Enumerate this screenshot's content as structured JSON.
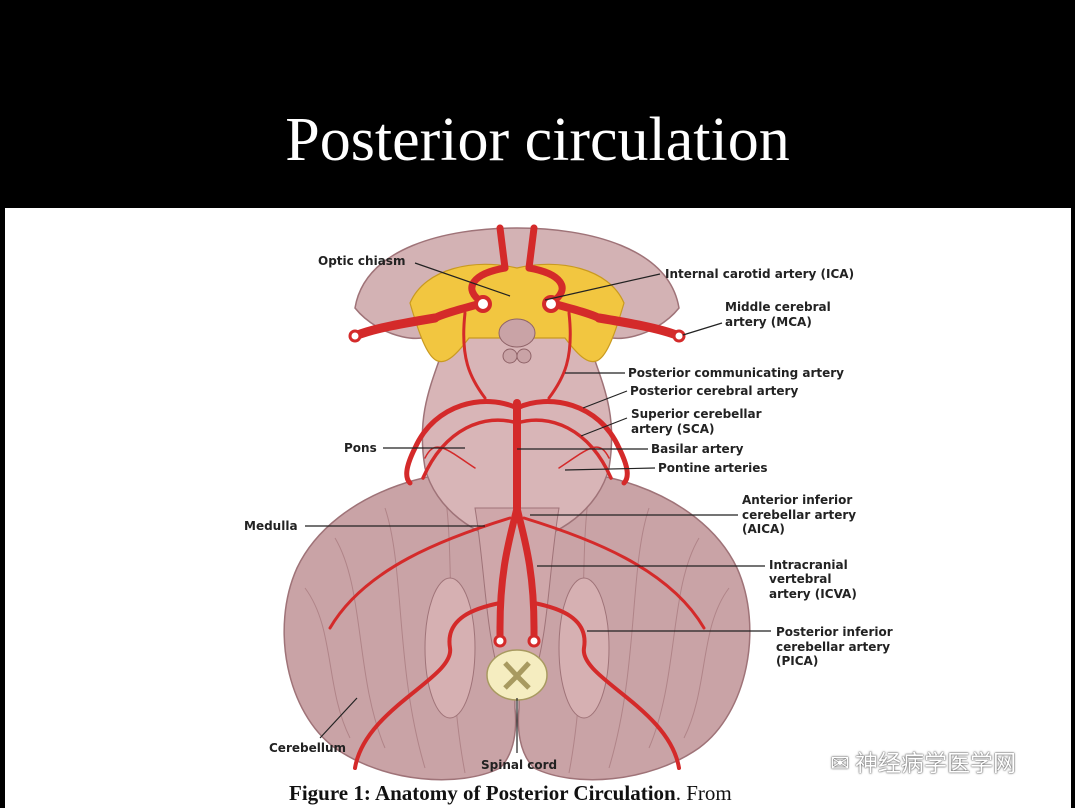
{
  "slide": {
    "title": "Posterior circulation"
  },
  "labels": {
    "optic_chiasm": "Optic chiasm",
    "ica": "Internal carotid artery (ICA)",
    "mca_1": "Middle cerebral",
    "mca_2": "artery (MCA)",
    "pcom": "Posterior communicating artery",
    "pca": "Posterior cerebral artery",
    "sca_1": "Superior cerebellar",
    "sca_2": "artery (SCA)",
    "pons": "Pons",
    "basilar": "Basilar artery",
    "pontine": "Pontine arteries",
    "medulla": "Medulla",
    "aica_1": "Anterior inferior",
    "aica_2": "cerebellar artery",
    "aica_3": "(AICA)",
    "icva_1": "Intracranial",
    "icva_2": "vertebral",
    "icva_3": "artery (ICVA)",
    "pica_1": "Posterior inferior",
    "pica_2": "cerebellar artery",
    "pica_3": "(PICA)",
    "cerebellum": "Cerebellum",
    "spinal_cord": "Spinal cord"
  },
  "caption": {
    "bold": "Figure 1: Anatomy of Posterior Circulation",
    "rest": ".  From"
  },
  "watermark": {
    "text": "神经病学医学网",
    "icon": "wechat-icon"
  },
  "colors": {
    "artery": "#d42a2a",
    "brain": "#c9a3a6",
    "chiasm": "#f2c640",
    "cord": "#f5edc0"
  }
}
